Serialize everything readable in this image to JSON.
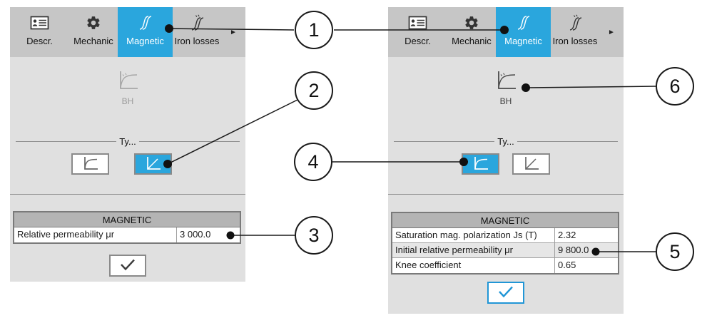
{
  "colors": {
    "accent": "#2aa6dd",
    "panel_bg": "#e0e0e0",
    "tabbar_bg": "#c6c6c6",
    "table_header_bg": "#b4b4b4"
  },
  "panels": [
    {
      "tabs": [
        {
          "label": "Descr."
        },
        {
          "label": "Mechanic"
        },
        {
          "label": "Magnetic",
          "selected": true
        },
        {
          "label": "Iron losses"
        }
      ],
      "overflow_arrow": "►",
      "bh_button": {
        "label": "BH",
        "enabled": false
      },
      "type_group_label": "Ty...",
      "table": {
        "header": "MAGNETIC",
        "rows": [
          {
            "name": "Relative permeability μr",
            "value": "3 000.0"
          }
        ]
      }
    },
    {
      "tabs": [
        {
          "label": "Descr."
        },
        {
          "label": "Mechanic"
        },
        {
          "label": "Magnetic",
          "selected": true
        },
        {
          "label": "Iron losses"
        }
      ],
      "overflow_arrow": "►",
      "bh_button": {
        "label": "BH",
        "enabled": true
      },
      "type_group_label": "Ty...",
      "table": {
        "header": "MAGNETIC",
        "rows": [
          {
            "name": "Saturation mag. polarization Js (T)",
            "value": "2.32"
          },
          {
            "name": "Initial relative permeability μr",
            "value": "9 800.0"
          },
          {
            "name": "Knee coefficient",
            "value": "0.65"
          }
        ]
      }
    }
  ],
  "callouts": [
    {
      "number": "1"
    },
    {
      "number": "2"
    },
    {
      "number": "3"
    },
    {
      "number": "4"
    },
    {
      "number": "5"
    },
    {
      "number": "6"
    }
  ]
}
